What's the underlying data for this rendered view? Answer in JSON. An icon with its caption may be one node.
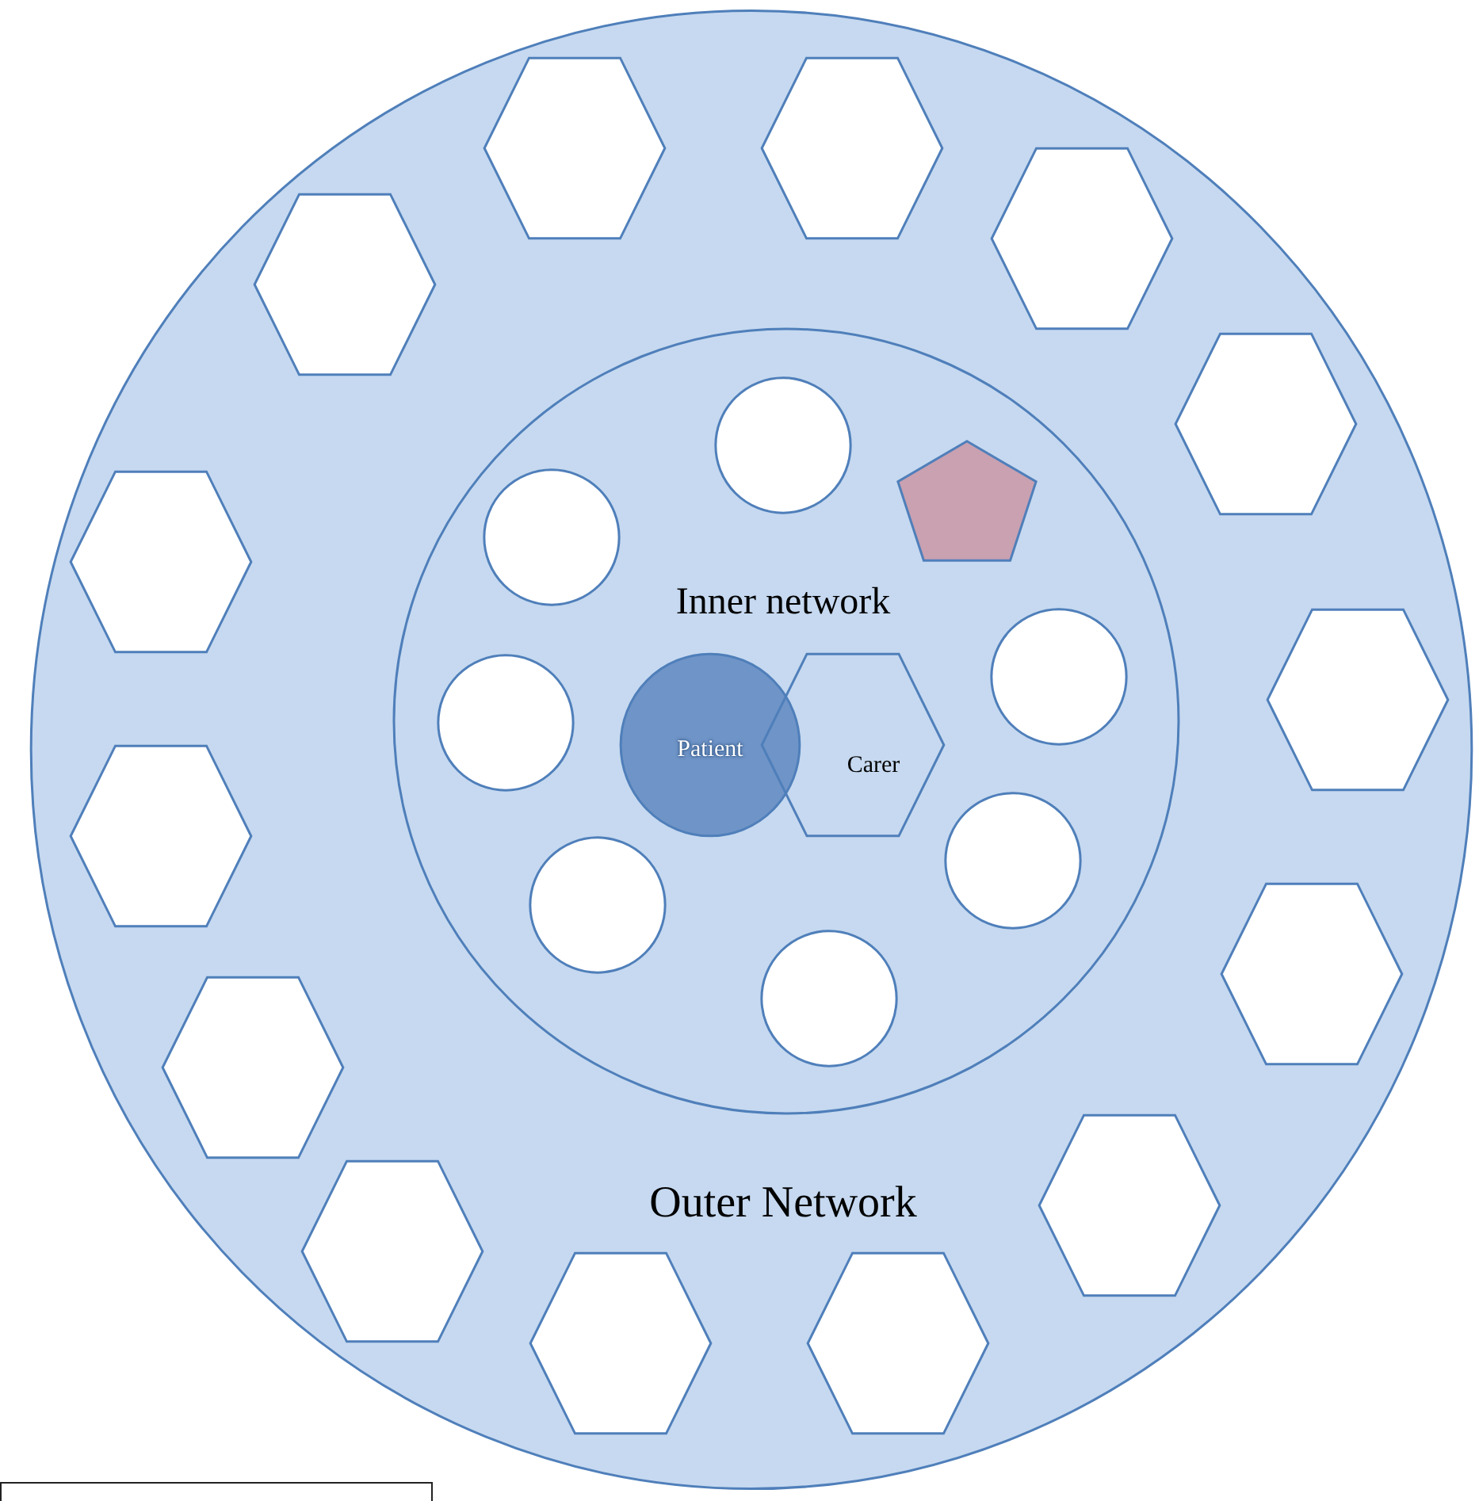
{
  "diagram": {
    "nodes": [
      {
        "text": [
          "Outer Network"
        ]
      },
      {
        "text": [
          "Inner network"
        ],
        "in": 0
      },
      {
        "text": [
          "Patient"
        ],
        "in": 1
      },
      {
        "text": [
          "Carer"
        ],
        "in": 1
      },
      {
        "text": [],
        "shape": "circle",
        "in": 1
      },
      {
        "text": [],
        "shape": "pentagon",
        "in": 1
      },
      {
        "text": [],
        "shape": "circle",
        "in": 1
      },
      {
        "text": [],
        "shape": "circle",
        "in": 1
      },
      {
        "text": [],
        "shape": "circle",
        "in": 1
      },
      {
        "text": [],
        "shape": "circle",
        "in": 1
      },
      {
        "text": [],
        "shape": "circle",
        "in": 1
      },
      {
        "text": [],
        "shape": "circle",
        "in": 1
      },
      {
        "text": [],
        "shape": "hexagon",
        "in": 0
      },
      {
        "text": [],
        "shape": "hexagon",
        "in": 0
      },
      {
        "text": [],
        "shape": "hexagon",
        "in": 0
      },
      {
        "text": [],
        "shape": "hexagon",
        "in": 0
      },
      {
        "text": [],
        "shape": "hexagon",
        "in": 0
      },
      {
        "text": [],
        "shape": "hexagon",
        "in": 0
      },
      {
        "text": [],
        "shape": "hexagon",
        "in": 0
      },
      {
        "text": [],
        "shape": "hexagon",
        "in": 0
      },
      {
        "text": [],
        "shape": "hexagon",
        "in": 0
      },
      {
        "text": [],
        "shape": "hexagon",
        "in": 0
      },
      {
        "text": [],
        "shape": "hexagon",
        "in": 0
      },
      {
        "text": [],
        "shape": "hexagon",
        "in": 0
      },
      {
        "text": [],
        "shape": "hexagon",
        "in": 0
      },
      {
        "text": [],
        "shape": "hexagon",
        "in": 0
      }
    ]
  }
}
